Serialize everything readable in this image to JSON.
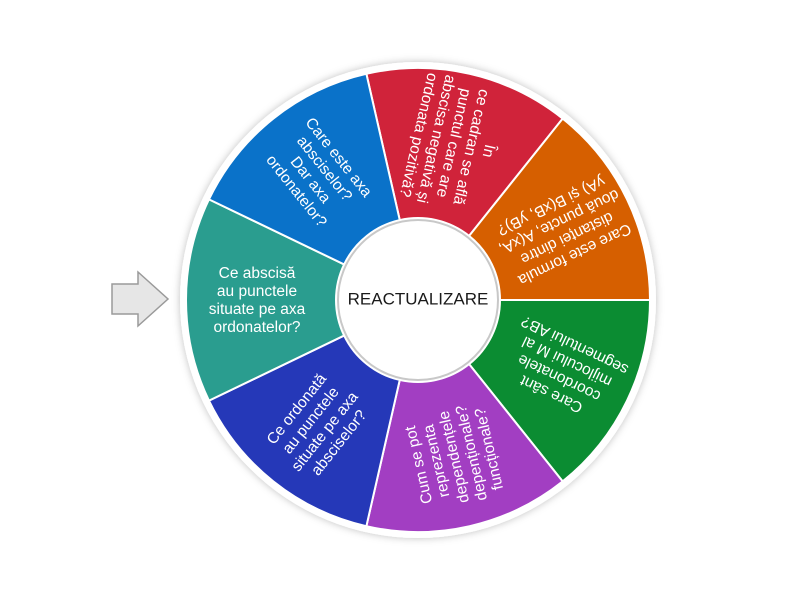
{
  "wheel": {
    "center_label": "REACTUALIZARE",
    "pointer_icon": "arrow-right-icon",
    "segments": [
      {
        "color": "#d0233a",
        "lines": [
          "În",
          "ce cadran se află",
          "punctul care are",
          "abscisa negativă și",
          "ordonata pozitivă?"
        ]
      },
      {
        "color": "#d65f00",
        "lines": [
          "Care este formula",
          "distanței dintre",
          "două puncte, A(xA,",
          "yA) și B(xB, yB)?"
        ]
      },
      {
        "color": "#0b8c32",
        "lines": [
          "Care sânt",
          "coordonatele",
          "mijlocului M al",
          "segmentului AB?"
        ]
      },
      {
        "color": "#a23ec2",
        "lines": [
          "Cum se pot",
          "reprezenta",
          "dependențele",
          "depenționale?",
          "funcționale?"
        ]
      },
      {
        "color": "#2538b8",
        "lines": [
          "Ce ordonată",
          "au punctele",
          "situate pe axa",
          "absciselor?"
        ]
      },
      {
        "color": "#2a9d8f",
        "lines": [
          "Ce abscisă",
          "au punctele",
          "situate pe axa",
          "ordonatelor?"
        ]
      },
      {
        "color": "#0a72c9",
        "lines": [
          "Care este axa",
          "absciselor?",
          "Dar axa",
          "ordonatelor?"
        ]
      }
    ]
  }
}
